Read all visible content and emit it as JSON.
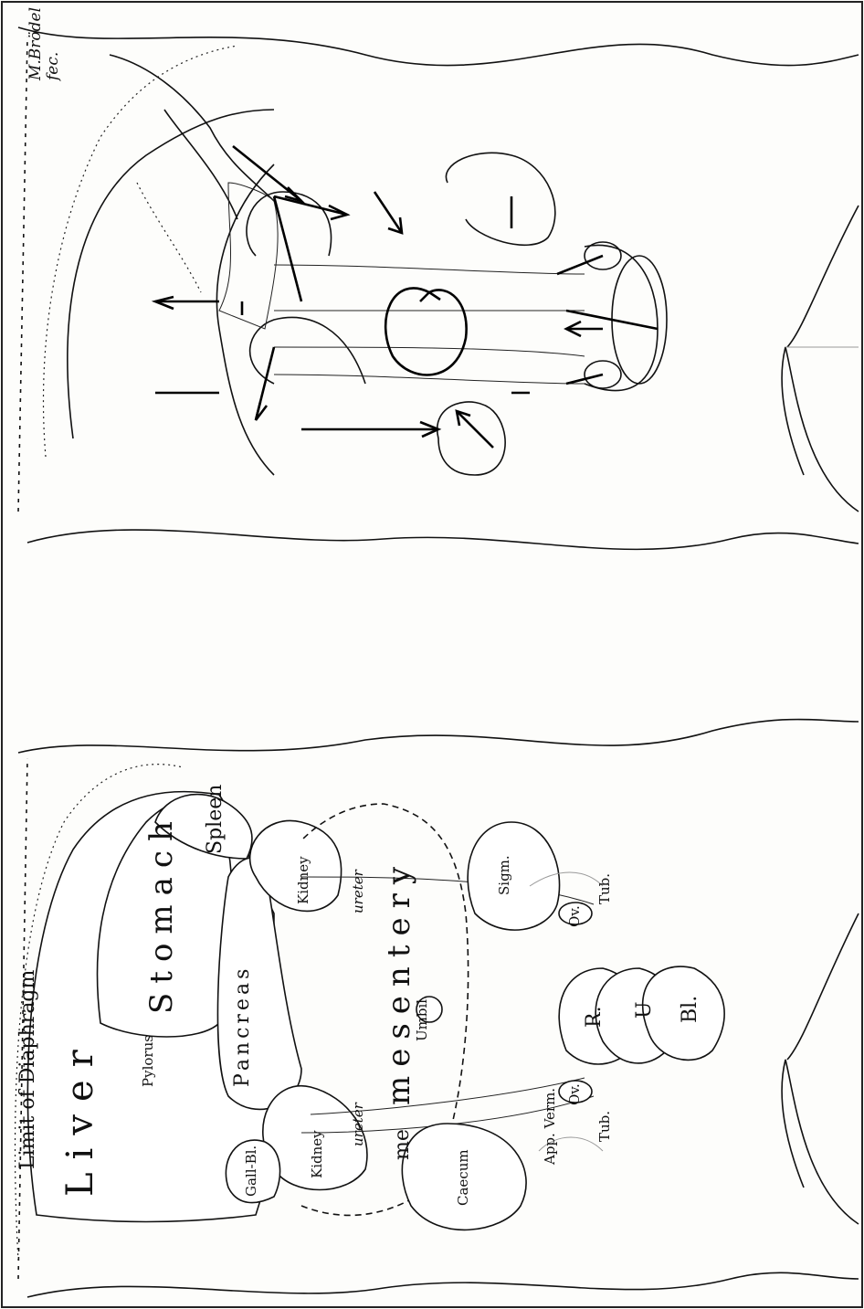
{
  "labels": {
    "liver": "Liver",
    "diaphragm": "Limit of Diaphragm",
    "stomach": "Stomach",
    "spleen": "Spleen",
    "pylorus": "Pylorus",
    "pancreas": "Pancreas",
    "kidney_left": "Kidney",
    "kidney_right": "Kidney",
    "gallbladder": "Gall-Bl.",
    "mesentery": "mesentery",
    "mesentery_split": "me",
    "ureter_left": "ureter",
    "ureter_right": "ureter",
    "umbil": "Umbil.",
    "sigm": "Sigm.",
    "caecum": "Caecum",
    "appendix": "App. Verm.",
    "rectum": "R.",
    "uterus": "U",
    "bladder": "Bl.",
    "ovary_left": "Ov.",
    "ovary_right": "Ov.",
    "tube_left": "Tub.",
    "tube_right": "Tub."
  },
  "signature": {
    "line1": "M.Brödel",
    "line2": "fec."
  }
}
